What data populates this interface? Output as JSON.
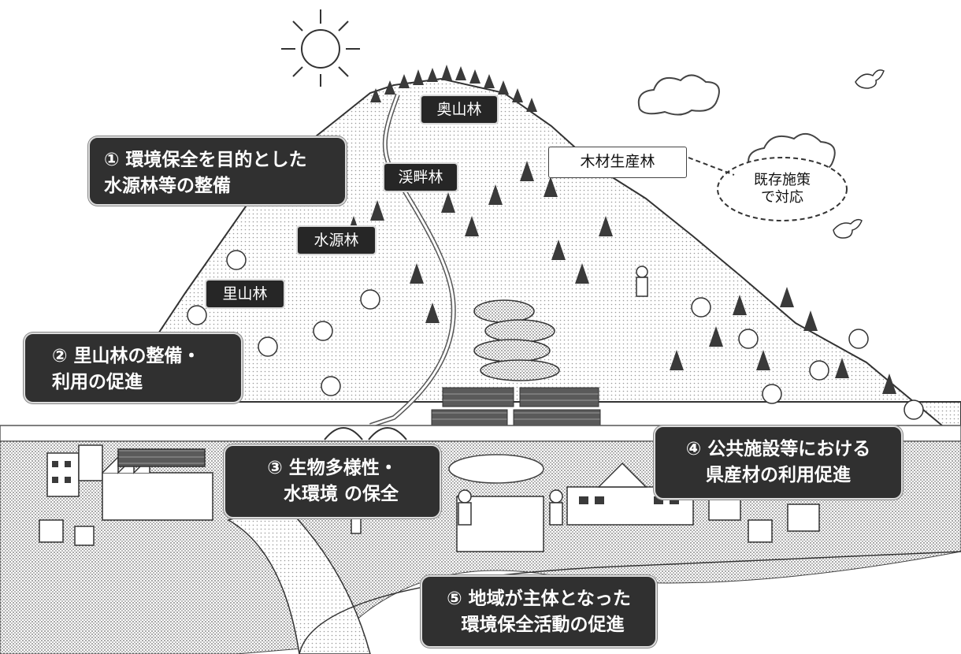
{
  "forest_zones": {
    "okuyama": "奥山林",
    "keihan": "渓畔林",
    "suigen": "水源林",
    "satoyama": "里山林",
    "mokuzai": "木材生産林"
  },
  "existing_policy": [
    "既存施策",
    "で対応"
  ],
  "policies": [
    {
      "num": "①",
      "line1": "環境保全を目的とした",
      "line2": "水源林等の整備"
    },
    {
      "num": "②",
      "line1": "里山林の整備・",
      "line2": "利用の促進"
    },
    {
      "num": "③",
      "line1": "生物多様性・",
      "line2": "水環境 の保全"
    },
    {
      "num": "④",
      "line1": "公共施設等における",
      "line2": "県産材の利用促進"
    },
    {
      "num": "⑤",
      "line1": "地域が主体となった",
      "line2": "環境保全活動の促進"
    }
  ]
}
